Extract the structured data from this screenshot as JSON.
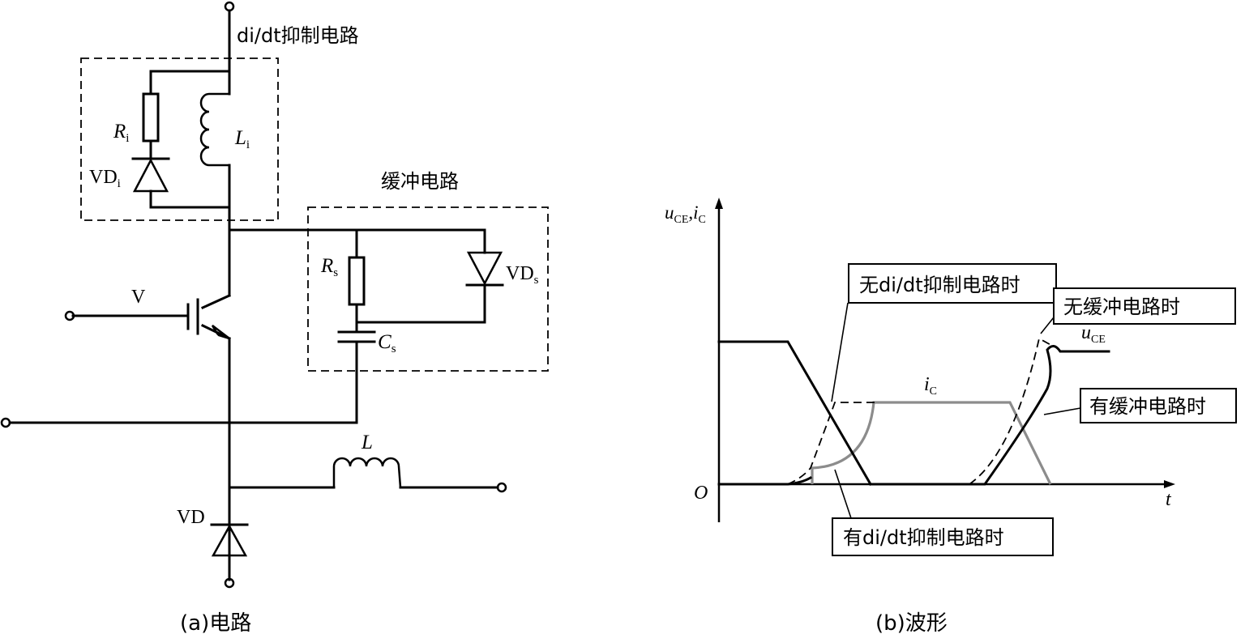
{
  "circuit": {
    "di_dt_circuit_label": "di/dt抑制电路",
    "snubber_label": "缓冲电路",
    "Ri": {
      "main": "R",
      "sub": "i"
    },
    "Li": {
      "main": "L",
      "sub": "i"
    },
    "VDi": {
      "main": "VD",
      "sub": "i"
    },
    "Rs": {
      "main": "R",
      "sub": "s"
    },
    "Cs": {
      "main": "C",
      "sub": "s"
    },
    "VDs": {
      "main": "VD",
      "sub": "s"
    },
    "V": "V",
    "L": "L",
    "VD": "VD",
    "caption": "(a)电路"
  },
  "waveform": {
    "y_axis_label": {
      "u": "u",
      "u_sub": "CE",
      "sep": ",",
      "i": "i",
      "i_sub": "C"
    },
    "x_axis_label": "t",
    "origin": "O",
    "ic_label": {
      "main": "i",
      "sub": "C"
    },
    "uce_label": {
      "main": "u",
      "sub": "CE"
    },
    "callout_no_didt": "无di/dt抑制电路时",
    "callout_with_didt": "有di/dt抑制电路时",
    "callout_no_snubber": "无缓冲电路时",
    "callout_with_snubber": "有缓冲电路时",
    "caption": "(b)波形"
  }
}
